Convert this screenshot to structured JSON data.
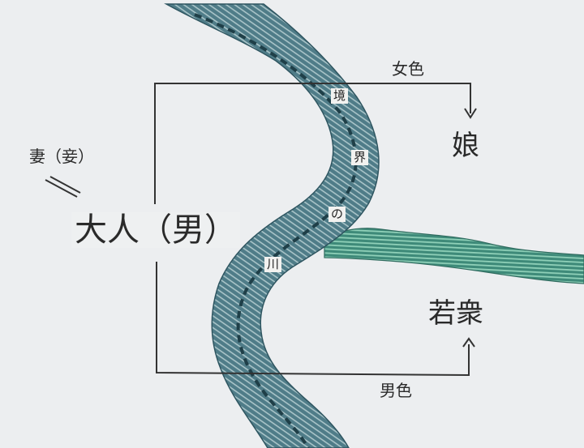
{
  "diagram": {
    "nodes": {
      "adult_male": "大人（男）",
      "wife": "妻（妾）",
      "daughter": "娘",
      "youths": "若衆"
    },
    "edges": {
      "female_love": "女色",
      "male_love": "男色"
    },
    "river_labels": [
      "境",
      "界",
      "の",
      "川"
    ],
    "colors": {
      "background": "#eceef0",
      "river_main": "#4d7a86",
      "river_tributary": "#3f8c7c",
      "line": "#333333"
    }
  }
}
